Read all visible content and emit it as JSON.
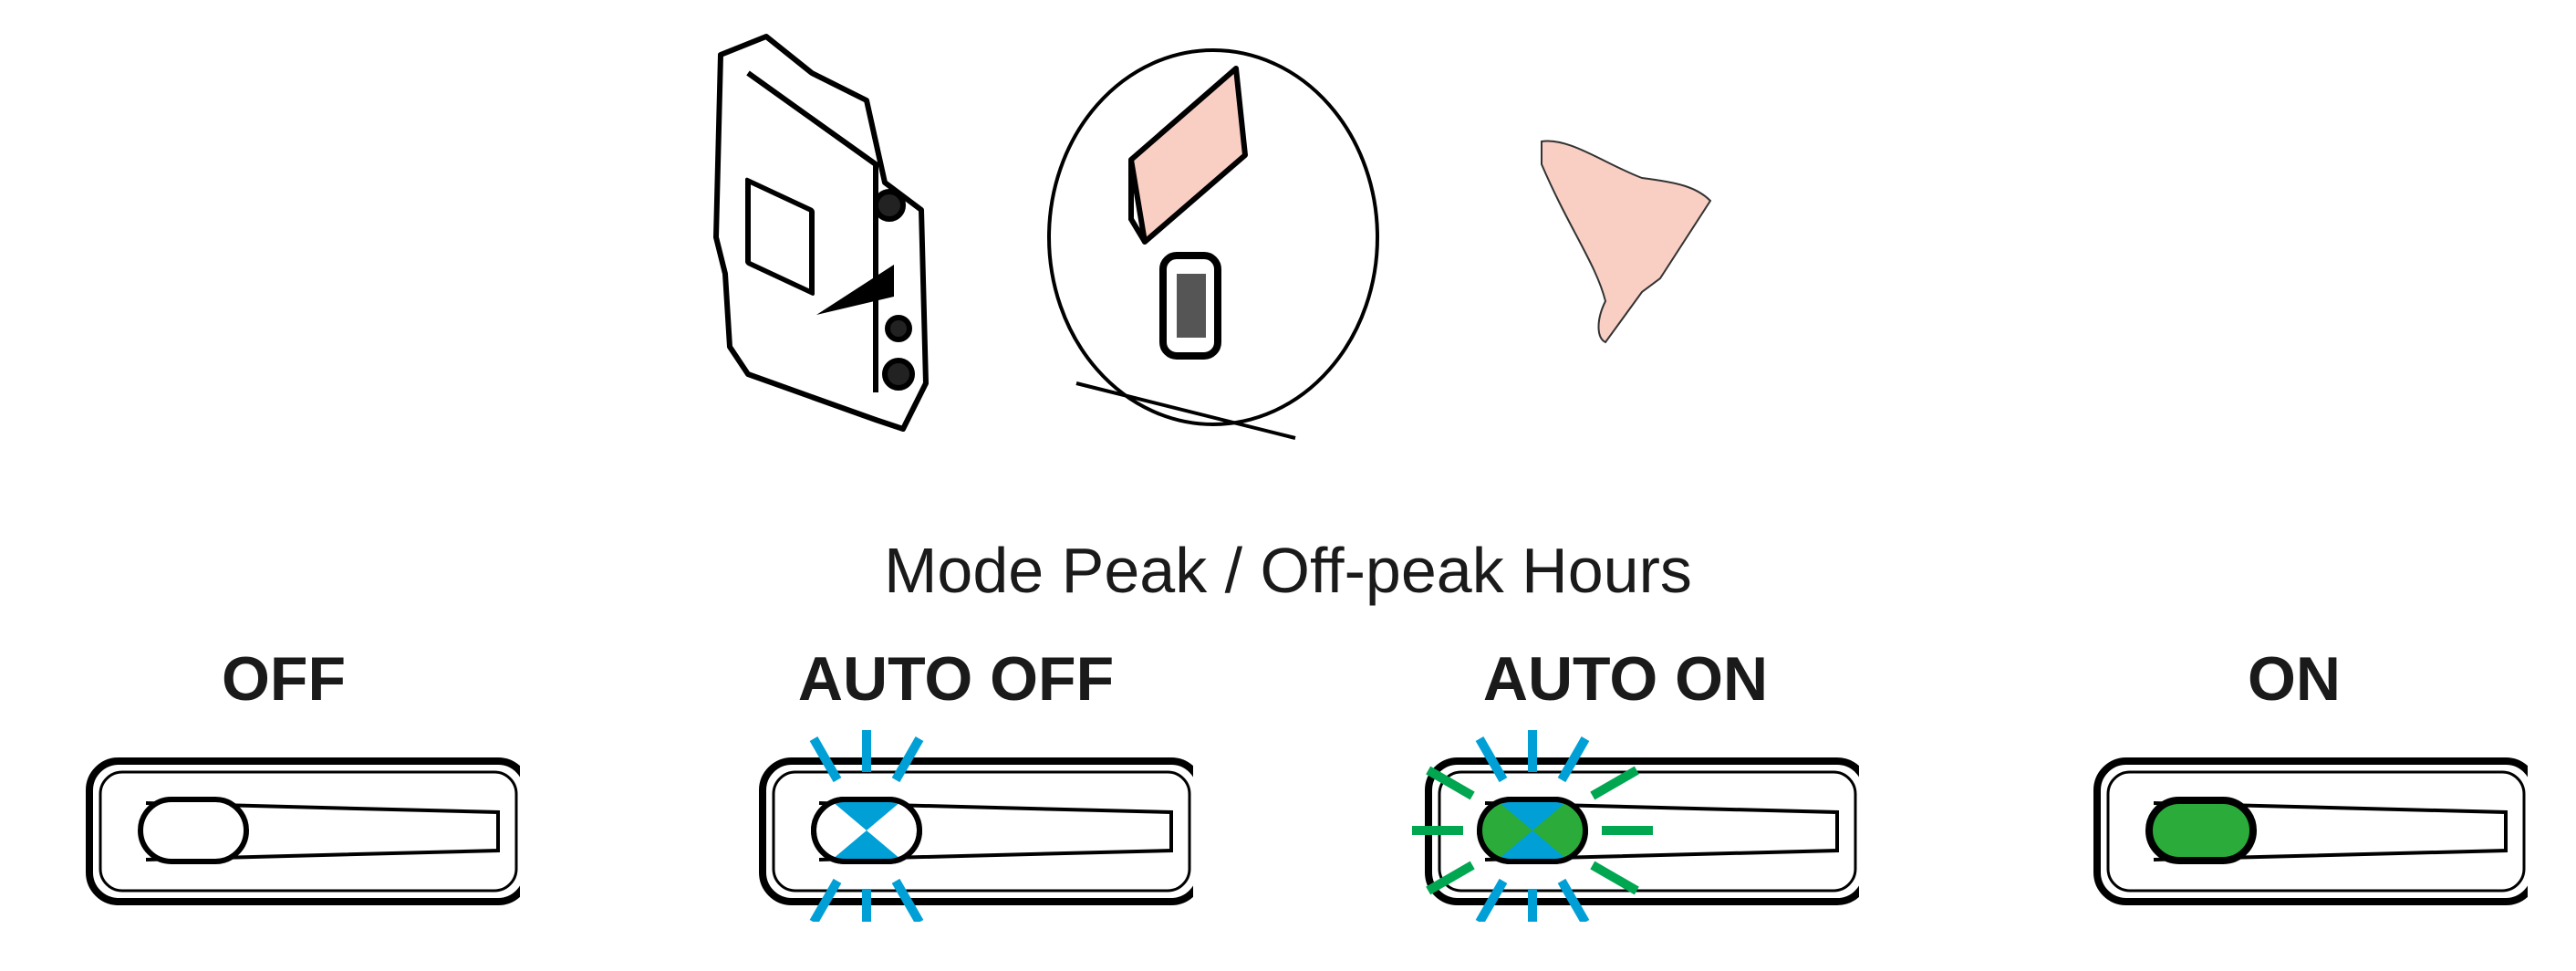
{
  "title": "Mode Peak / Off-peak Hours",
  "modes": [
    {
      "label": "OFF",
      "led": "off"
    },
    {
      "label": "AUTO OFF",
      "led": "blinking-blue"
    },
    {
      "label": "AUTO ON",
      "led": "blinking-green-blue"
    },
    {
      "label": "ON",
      "led": "green"
    }
  ],
  "colors": {
    "blue": "#00a0d6",
    "green": "#2aab3a",
    "green_rays": "#00a650",
    "button_pink": "#f9cfc4"
  }
}
